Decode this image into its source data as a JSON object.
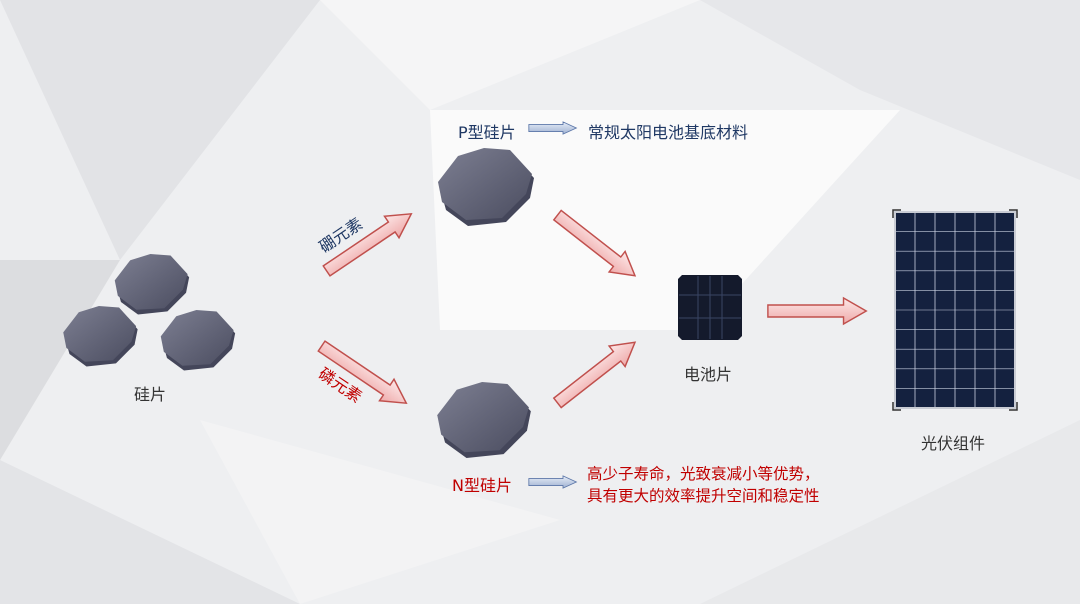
{
  "labels": {
    "silicon_wafer": "硅片",
    "boron": "硼元素",
    "phosphorus": "磷元素",
    "p_type": "P型硅片",
    "p_type_desc": "常规太阳电池基底材料",
    "n_type": "N型硅片",
    "n_type_desc_line1": "高少子寿命，光致衰减小等优势，",
    "n_type_desc_line2": "具有更大的效率提升空间和稳定性",
    "cell": "电池片",
    "module": "光伏组件"
  },
  "colors": {
    "dark_text": "#1f3864",
    "red_text": "#c00000",
    "wafer": "#5d5f72",
    "arrow_fill": "#f6c9c9",
    "arrow_stroke": "#c0504d",
    "panel": "#13203d"
  }
}
